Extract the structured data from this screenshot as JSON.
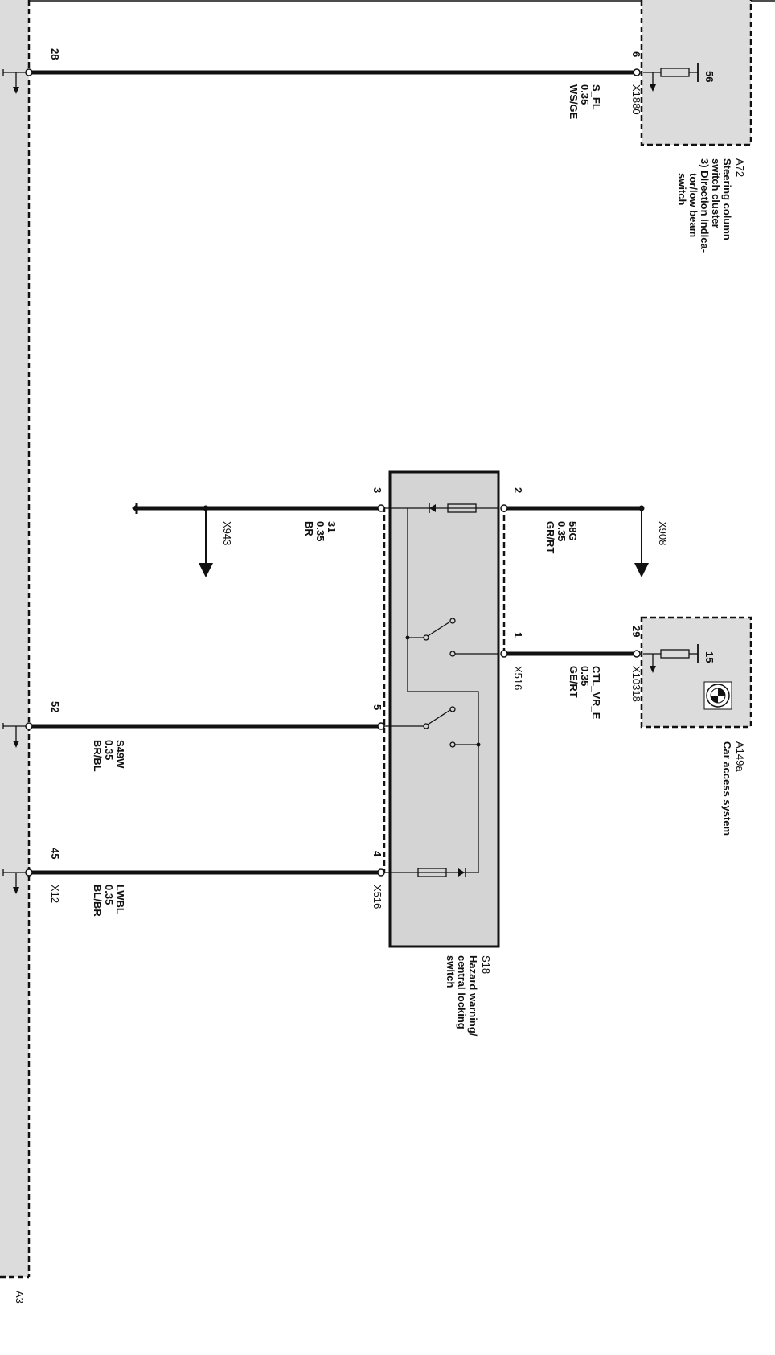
{
  "colors": {
    "module_fill": "#dcdcdc",
    "switch_fill": "#d4d4d4",
    "line": "#111111"
  },
  "modules": {
    "a3": {
      "id": "A3"
    },
    "a72": {
      "id": "A72",
      "lines": [
        "Steering column",
        "switch cluster",
        "3) Direction indica-",
        "tor/low beam",
        "switch"
      ],
      "pin": "56"
    },
    "a149a": {
      "id": "A149a",
      "lines": [
        "Car access system"
      ],
      "pin": "15"
    },
    "s18": {
      "id": "S18",
      "lines": [
        "Hazard warning/",
        "central locking",
        "switch"
      ]
    }
  },
  "wires": [
    {
      "from_pin": "28",
      "to_pin": "6",
      "connector": "X1880",
      "signal": "S_FL",
      "size": "0.35",
      "color": "WS/GE"
    },
    {
      "from_pin": "2",
      "connector": "X908",
      "signal": "58G",
      "size": "0.35",
      "color": "GR/RT"
    },
    {
      "from_pin": "3",
      "connector": "X943",
      "signal": "31",
      "size": "0.35",
      "color": "BR"
    },
    {
      "from_pin": "1",
      "to_pin": "29",
      "connector_left": "X516",
      "connector_right": "X10318",
      "signal": "CTL_VR_E",
      "size": "0.35",
      "color": "GE/RT"
    },
    {
      "from_pin": "52",
      "to_pin": "5",
      "signal": "S49W",
      "size": "0.35",
      "color": "BR/BL"
    },
    {
      "from_pin": "45",
      "to_pin": "4",
      "connector_left": "X12",
      "connector_right": "X516",
      "signal": "LWBL",
      "size": "0.35",
      "color": "BL/BR"
    }
  ]
}
